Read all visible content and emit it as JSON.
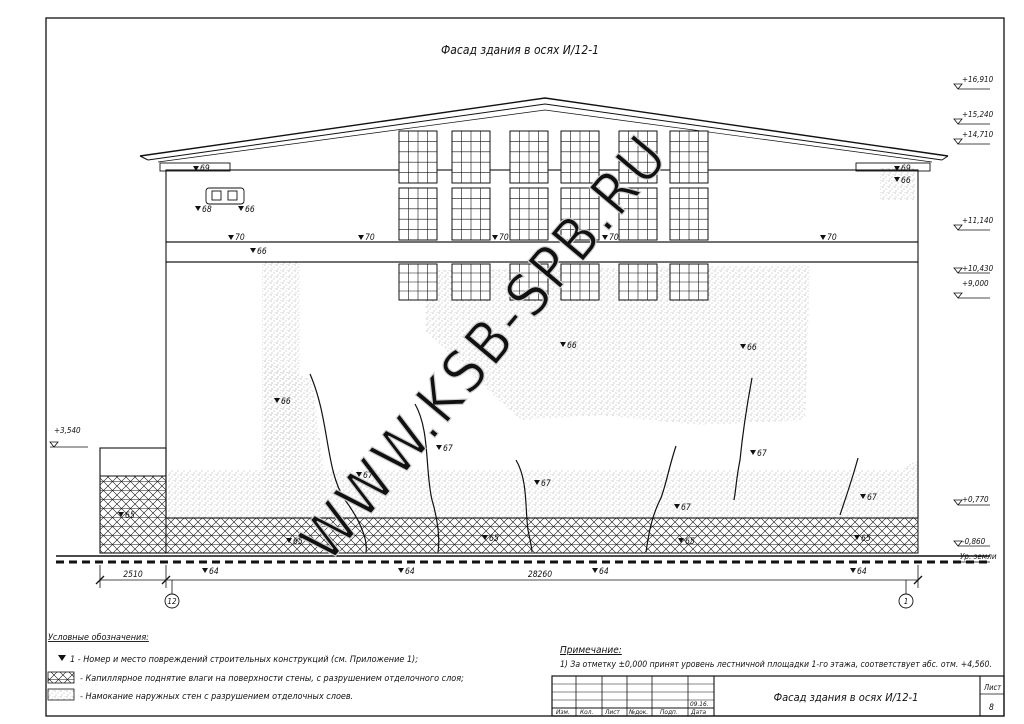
{
  "title": "Фасад здания в осях И/12-1",
  "watermark": "WWW.KSB-SPB.RU",
  "colors": {
    "line": "#111111",
    "watermark": "#d4d4d4",
    "damp": "#9a9a9a"
  },
  "elevations": {
    "e1": "+16,910",
    "e2": "+15,240",
    "e3": "+14,710",
    "e4": "+11,140",
    "e5": "+10,430",
    "e6": "+9,000",
    "e7": "+0,770",
    "e8": "-0,860",
    "ground": "Ур. земли",
    "left": "+3,540"
  },
  "markers": {
    "m69": "69",
    "m68": "68",
    "m66": "66",
    "m70": "70",
    "m67": "67",
    "m65": "65",
    "m64": "64"
  },
  "dimensions": {
    "left": "2510",
    "main": "28260"
  },
  "axes": {
    "left": "12",
    "right": "1"
  },
  "legend": {
    "heading": "Условные обозначения:",
    "item1": "1 - Номер и место повреждений строительных конструкций (см. Приложение 1);",
    "item2": "- Капиллярное поднятие влаги на поверхности стены, с разрушением отделочного слоя;",
    "item3": "- Намокание наружных стен с разрушением отделочных слоев."
  },
  "note": {
    "heading": "Примечание:",
    "text": "1) За отметку ±0,000 принят уровень лестничной площадки 1-го этажа, соответствует абс. отм. +4,560."
  },
  "titleblock": {
    "date": "09.16.",
    "col_izm": "Изм.",
    "col_kol": "Кол.",
    "col_list": "Лист",
    "col_ndok": "№док.",
    "col_podp": "Подп.",
    "col_data": "Дата",
    "sheet_title": "Фасад здания в осях И/12-1",
    "sheet_label": "Лист",
    "sheet_no": "8"
  }
}
